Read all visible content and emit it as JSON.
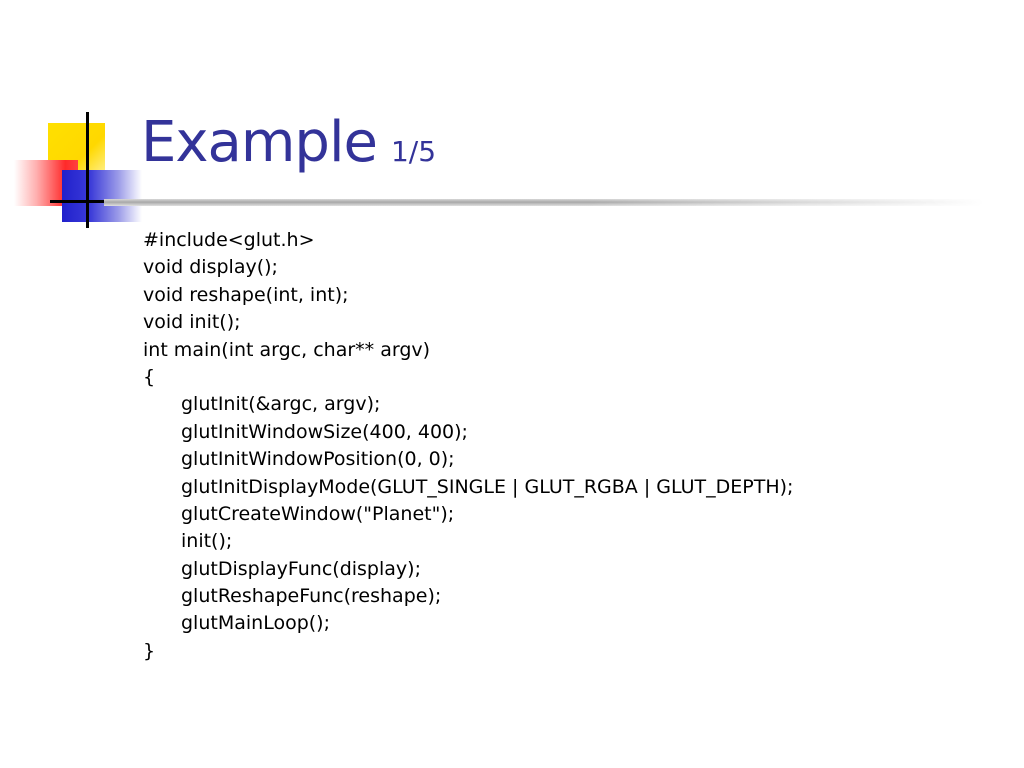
{
  "slide": {
    "title": "Example",
    "subtitle": "1/5",
    "colors": {
      "title": "#333399",
      "logo_yellow": "#ffe000",
      "logo_red": "#ff2a2a",
      "logo_blue": "#2020cc"
    },
    "code_lines": [
      {
        "text": "#include<glut.h>",
        "indent": 0
      },
      {
        "text": "void display();",
        "indent": 0
      },
      {
        "text": "void reshape(int, int);",
        "indent": 0
      },
      {
        "text": "void init();",
        "indent": 0
      },
      {
        "text": "int main(int argc, char** argv)",
        "indent": 0
      },
      {
        "text": "{",
        "indent": 0
      },
      {
        "text": "glutInit(&argc, argv);",
        "indent": 1
      },
      {
        "text": "glutInitWindowSize(400, 400);",
        "indent": 1
      },
      {
        "text": "glutInitWindowPosition(0, 0);",
        "indent": 1
      },
      {
        "text": "glutInitDisplayMode(GLUT_SINGLE | GLUT_RGBA | GLUT_DEPTH);",
        "indent": 1
      },
      {
        "text": "glutCreateWindow(\"Planet\");",
        "indent": 1
      },
      {
        "text": "init();",
        "indent": 1
      },
      {
        "text": "glutDisplayFunc(display);",
        "indent": 1
      },
      {
        "text": "glutReshapeFunc(reshape);",
        "indent": 1
      },
      {
        "text": "glutMainLoop();",
        "indent": 1
      },
      {
        "text": "}",
        "indent": 0
      }
    ]
  }
}
